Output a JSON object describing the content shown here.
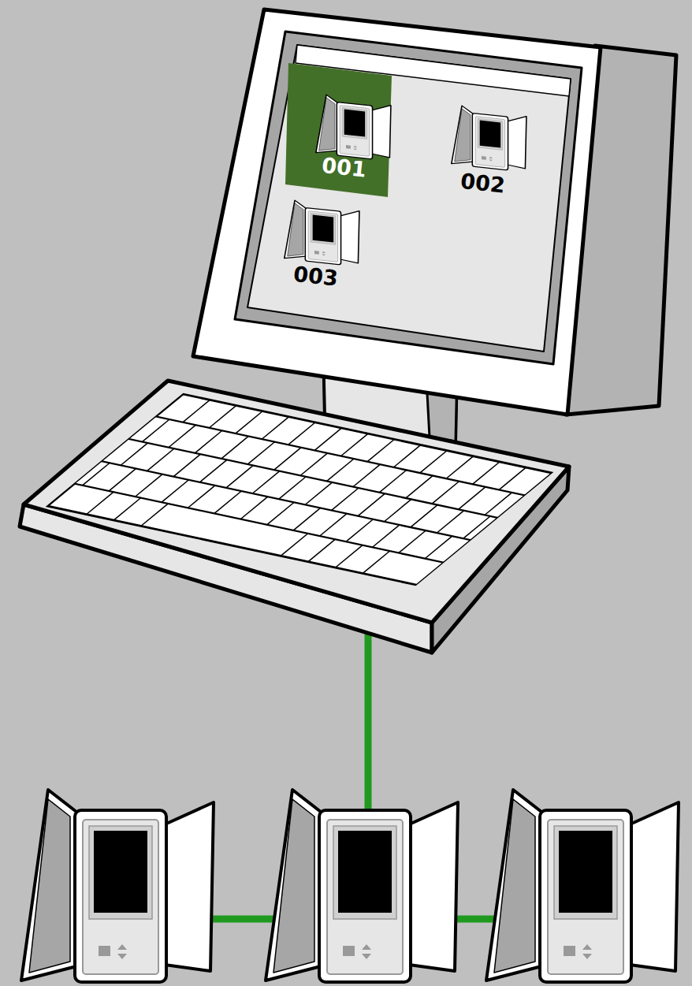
{
  "diagram": {
    "labels": [
      "001",
      "002",
      "003"
    ]
  }
}
